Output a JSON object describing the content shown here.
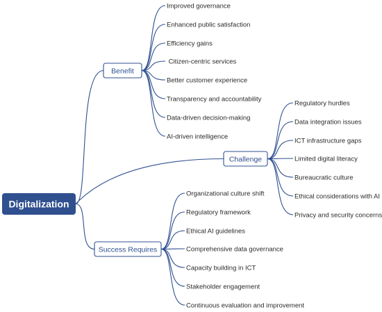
{
  "root": {
    "label": "Digitalization"
  },
  "branches": [
    {
      "label": "Benefit",
      "items": [
        "Improved governance",
        "Enhanced public satisfaction",
        "Efficiency gains",
        " Citizen-centric services",
        "Better customer experience",
        "Transparency and accountability",
        "Data-driven decision-making",
        "AI-driven intelligence"
      ]
    },
    {
      "label": "Challenge",
      "items": [
        "Regulatory hurdles",
        "Data integration issues",
        "ICT infrastructure gaps",
        "Limited digital literacy",
        "Bureaucratic culture",
        "Ethical considerations with AI",
        "Privacy and security concerns"
      ]
    },
    {
      "label": "Success Requires",
      "items": [
        "Organizational culture shift",
        "Regulatory framework",
        "Ethical AI guidelines",
        "Comprehensive data governance",
        "Capacity building in ICT",
        "Stakeholder engagement",
        "Continuous evaluation and improvement"
      ]
    }
  ],
  "colors": {
    "accent": "#2f4f8f",
    "root_fill": "#2f4f8f",
    "text": "#2b2b2b",
    "background": "#ffffff"
  }
}
